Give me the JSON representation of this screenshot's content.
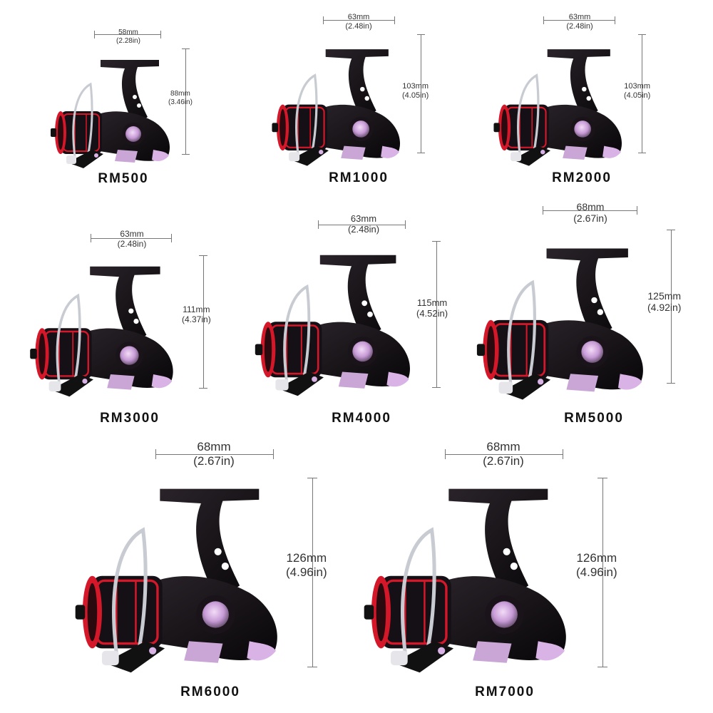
{
  "colors": {
    "body": "#141014",
    "accent_red": "#d4182a",
    "lavender": "#d9b3e6",
    "bail_silver": "#c8ccd2",
    "dimension_line": "#777777",
    "label_text": "#111111"
  },
  "reels": [
    {
      "model": "RM500",
      "width_mm": "58mm",
      "width_in": "(2.28in)",
      "height_mm": "88mm",
      "height_in": "(3.46in)"
    },
    {
      "model": "RM1000",
      "width_mm": "63mm",
      "width_in": "(2.48in)",
      "height_mm": "103mm",
      "height_in": "(4.05in)"
    },
    {
      "model": "RM2000",
      "width_mm": "63mm",
      "width_in": "(2.48in)",
      "height_mm": "103mm",
      "height_in": "(4.05in)"
    },
    {
      "model": "RM3000",
      "width_mm": "63mm",
      "width_in": "(2.48in)",
      "height_mm": "111mm",
      "height_in": "(4.37in)"
    },
    {
      "model": "RM4000",
      "width_mm": "63mm",
      "width_in": "(2.48in)",
      "height_mm": "115mm",
      "height_in": "(4.52in)"
    },
    {
      "model": "RM5000",
      "width_mm": "68mm",
      "width_in": "(2.67in)",
      "height_mm": "125mm",
      "height_in": "(4.92in)"
    },
    {
      "model": "RM6000",
      "width_mm": "68mm",
      "width_in": "(2.67in)",
      "height_mm": "126mm",
      "height_in": "(4.96in)"
    },
    {
      "model": "RM7000",
      "width_mm": "68mm",
      "width_in": "(2.67in)",
      "height_mm": "126mm",
      "height_in": "(4.96in)"
    }
  ]
}
